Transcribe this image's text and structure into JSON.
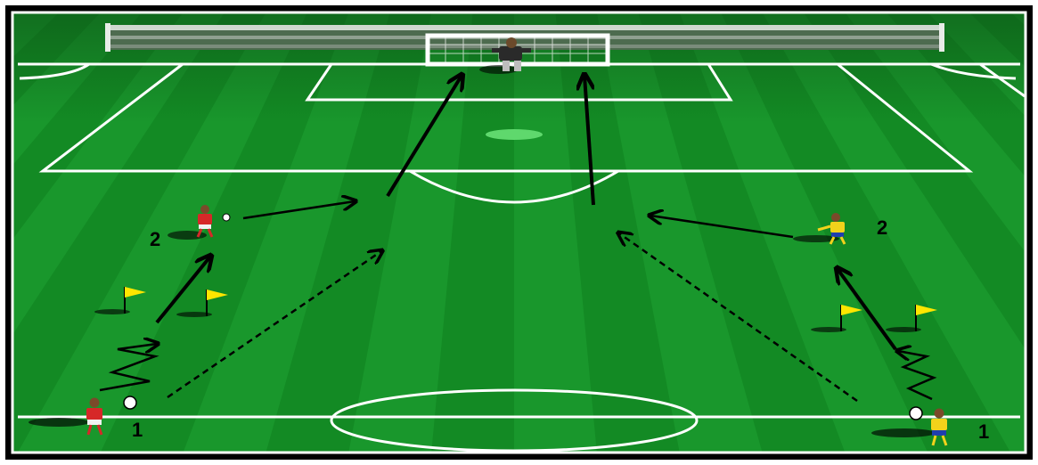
{
  "drill": {
    "left_team": {
      "color": "#d62828",
      "players": [
        {
          "id": "player-left-1",
          "label": "1"
        },
        {
          "id": "player-left-2",
          "label": "2"
        }
      ]
    },
    "right_team": {
      "color": "#f2d21b",
      "players": [
        {
          "id": "player-right-1",
          "label": "1"
        },
        {
          "id": "player-right-2",
          "label": "2"
        }
      ]
    },
    "goalkeeper": {
      "color": "#2a2a2a"
    },
    "colors": {
      "grass_dark": "#0f7d1f",
      "grass_light": "#1fa233",
      "lines": "#ffffff",
      "flag": "#ffe600",
      "arrows": "#000000"
    }
  }
}
